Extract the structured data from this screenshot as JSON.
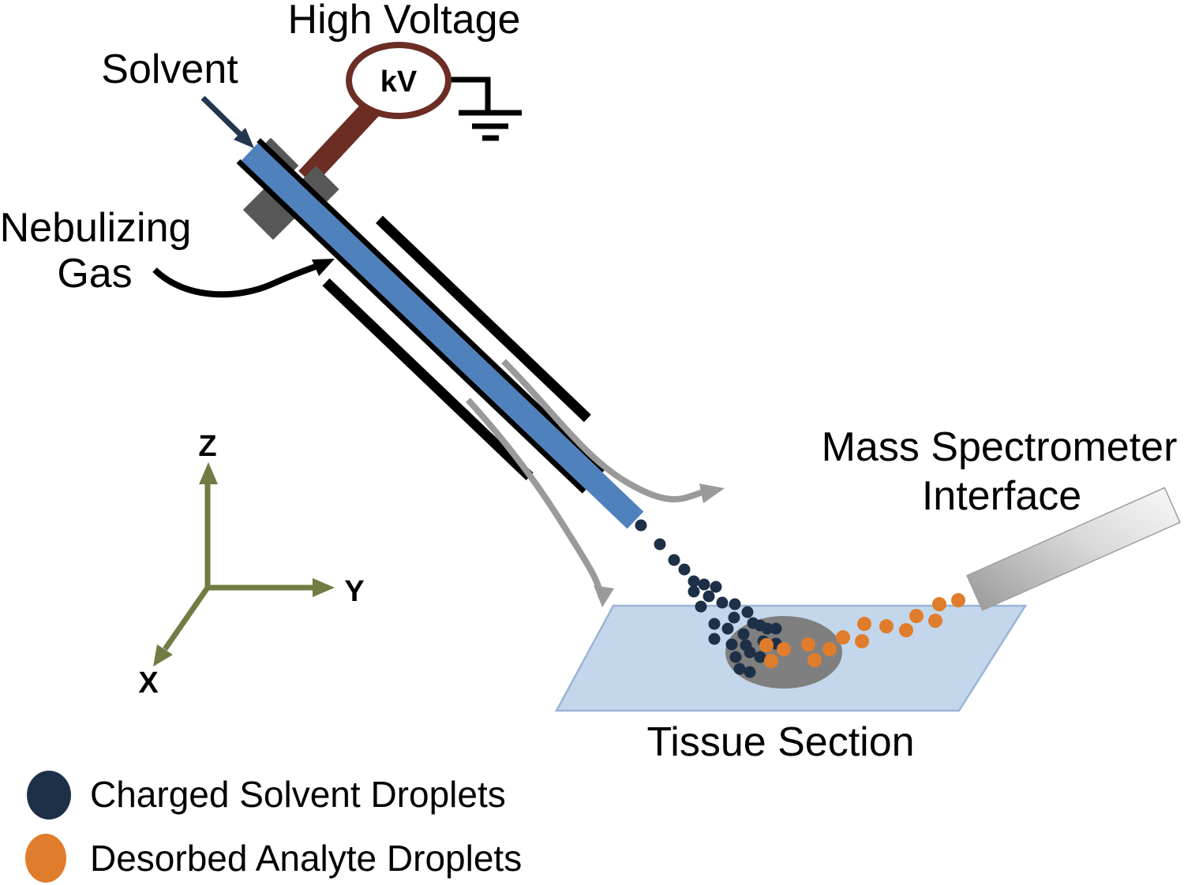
{
  "labels": {
    "high_voltage": "High Voltage",
    "solvent": "Solvent",
    "nebulizing_line1": "Nebulizing",
    "nebulizing_line2": "Gas",
    "kv_badge": "kV",
    "mass_spec_line1": "Mass Spectrometer",
    "mass_spec_line2": "Interface",
    "tissue_section": "Tissue Section",
    "axis_z": "Z",
    "axis_y": "Y",
    "axis_x": "X"
  },
  "legend": {
    "items": [
      {
        "label": "Charged Solvent Droplets",
        "color": "#1e3048"
      },
      {
        "label": "Desorbed Analyte Droplets",
        "color": "#e07d2c"
      }
    ]
  },
  "colors": {
    "sprayer_capillary_blue": "#4f81bd",
    "high_voltage_maroon": "#6b2d24",
    "fitting_gray": "#575757",
    "gas_flow_gray": "#9a9a9a",
    "slide_fill": "#c4d6eb",
    "slide_border": "#9ab3d5",
    "tissue_gray": "#7f7f7f",
    "axis_olive": "#6f7c43",
    "solvent_arrow_navy": "#24364f",
    "outline_black": "#000000"
  },
  "droplets": {
    "charged_solvent": {
      "color": "#1e3048",
      "r": 7.5,
      "points": [
        [
          812,
          666
        ],
        [
          836,
          690
        ],
        [
          854,
          710
        ],
        [
          867,
          722
        ],
        [
          879,
          737
        ],
        [
          892,
          741
        ],
        [
          879,
          750
        ],
        [
          907,
          744
        ],
        [
          898,
          756
        ],
        [
          915,
          764
        ],
        [
          888,
          769
        ],
        [
          931,
          766
        ],
        [
          947,
          776
        ],
        [
          930,
          783
        ],
        [
          954,
          790
        ],
        [
          905,
          791
        ],
        [
          922,
          797
        ],
        [
          942,
          804
        ],
        [
          963,
          793
        ],
        [
          972,
          797
        ],
        [
          983,
          797
        ],
        [
          905,
          810
        ],
        [
          927,
          817
        ],
        [
          945,
          818
        ],
        [
          967,
          813
        ],
        [
          983,
          816
        ],
        [
          950,
          827
        ],
        [
          932,
          833
        ],
        [
          963,
          833
        ],
        [
          937,
          848
        ],
        [
          950,
          852
        ]
      ]
    },
    "desorbed_analyte": {
      "color": "#e07d2c",
      "r": 9,
      "points": [
        [
          971,
          818
        ],
        [
          993,
          823
        ],
        [
          977,
          838
        ],
        [
          1024,
          817
        ],
        [
          1051,
          823
        ],
        [
          1032,
          837
        ],
        [
          1068,
          808
        ],
        [
          1095,
          791
        ],
        [
          1092,
          813
        ],
        [
          1123,
          794
        ],
        [
          1148,
          799
        ],
        [
          1161,
          781
        ],
        [
          1185,
          787
        ],
        [
          1190,
          766
        ],
        [
          1214,
          761
        ]
      ]
    }
  }
}
